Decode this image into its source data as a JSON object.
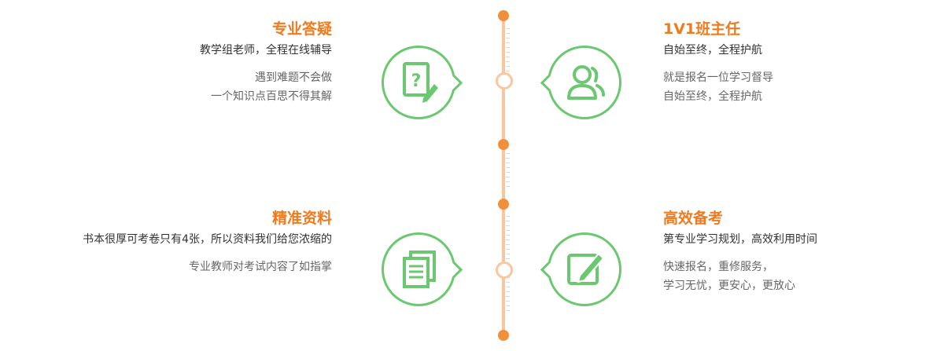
{
  "features": [
    {
      "title": "专业答疑",
      "subtitle": "教学组老师，全程在线辅导",
      "lines": [
        "遇到难题不会做",
        "一个知识点百思不得其解"
      ],
      "icon": "question-paper-icon"
    },
    {
      "title": "1V1班主任",
      "subtitle": "自始至终，全程护航",
      "lines": [
        "就是报名一位学习督导",
        "自始至终，全程护航"
      ],
      "icon": "users-icon"
    },
    {
      "title": "精准资料",
      "subtitle": "书本很厚可考卷只有4张，所以资料我们给您浓缩的",
      "lines": [
        "专业教师对考试内容了如指掌"
      ],
      "icon": "documents-icon"
    },
    {
      "title": "高效备考",
      "subtitle": "第专业学习规划，高效利用时间",
      "lines": [
        "快速报名，重修服务，",
        "学习无忧，更安心，更放心"
      ],
      "icon": "edit-icon"
    }
  ],
  "colors": {
    "accent": "#f07a1e",
    "green": "#6cc870",
    "timeline": "#f7c79f",
    "dot": "#f18f3a"
  }
}
